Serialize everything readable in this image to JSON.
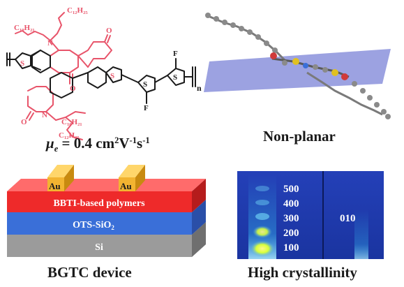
{
  "molecule": {
    "substituent_top_1": "C₁₂H₂₅",
    "substituent_top_2": "C₁₀H₂₁",
    "substituent_bottom_1": "C₁₀H₂₁",
    "substituent_bottom_2": "C₁₂H₂₅",
    "repeat_n": "n",
    "atom_s": "S",
    "atom_o": "O",
    "atom_n": "N",
    "atom_f": "F"
  },
  "mobility": {
    "mu": "μ",
    "sub_e": "e",
    "eq": " = 0.4 cm",
    "exp1": "2",
    "unit_v": "V",
    "exp2": "-1",
    "unit_s": "s",
    "exp3": "-1"
  },
  "captions": {
    "non_planar": "Non-planar",
    "device": "BGTC device",
    "crystallinity": "High crystallinity"
  },
  "device": {
    "electrode_left": "Au",
    "electrode_right": "Au",
    "polymer_layer": "BBTI-based polymers",
    "dielectric_prefix": "OTS-SiO",
    "dielectric_sub": "2",
    "substrate": "Si"
  },
  "giwaxs": {
    "peaks": [
      "500",
      "400",
      "300",
      "200",
      "100"
    ],
    "in_plane": "010"
  },
  "colors": {
    "red_motif": "#e8546a",
    "structure_black": "#1a1a1a",
    "au": "#f2b431",
    "polymer": "#ee2a2a",
    "dielectric": "#3a6fd8",
    "substrate": "#9b9b9b",
    "giwaxs_bg": "#1d3aa6",
    "plane": "#4a55c8"
  }
}
